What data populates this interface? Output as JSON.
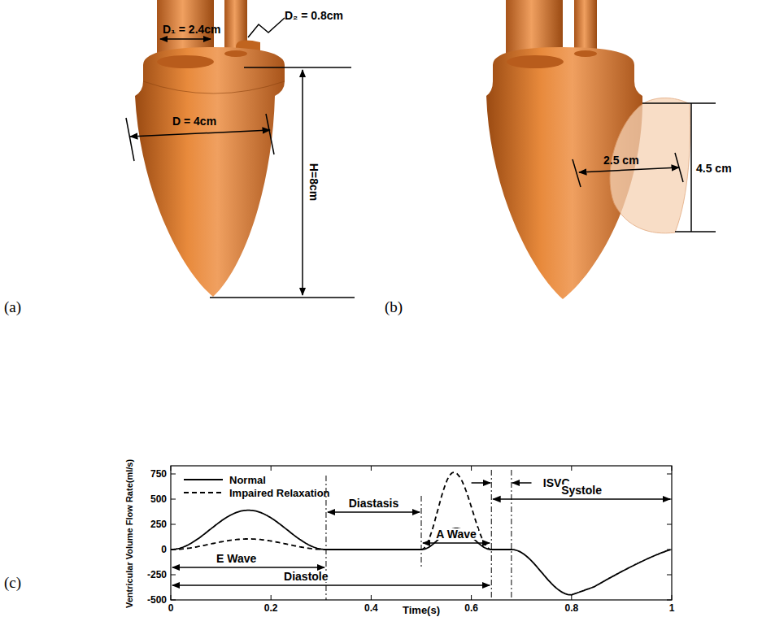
{
  "diagram": {
    "labels": [
      "(a)",
      "D₁ = 2.4cm",
      "D₂ = 0.8cm",
      "D = 4cm",
      "H=8cm",
      "(b)",
      "2.5 cm",
      "4.5 cm",
      "(c)",
      "Ventricular Volume Flow Rate(ml/s)",
      "Time(s)",
      "750",
      "500",
      "250",
      "0",
      "-250",
      "-500",
      "0",
      "0.2",
      "0.4",
      "0.6",
      "0.8",
      "1",
      "E Wave",
      "Diastasis",
      "A Wave",
      "ISVC",
      "Systole",
      "Diastole"
    ],
    "legend": [
      {
        "text": "Normal"
      },
      {
        "text": "Impaired Relaxation"
      }
    ]
  }
}
